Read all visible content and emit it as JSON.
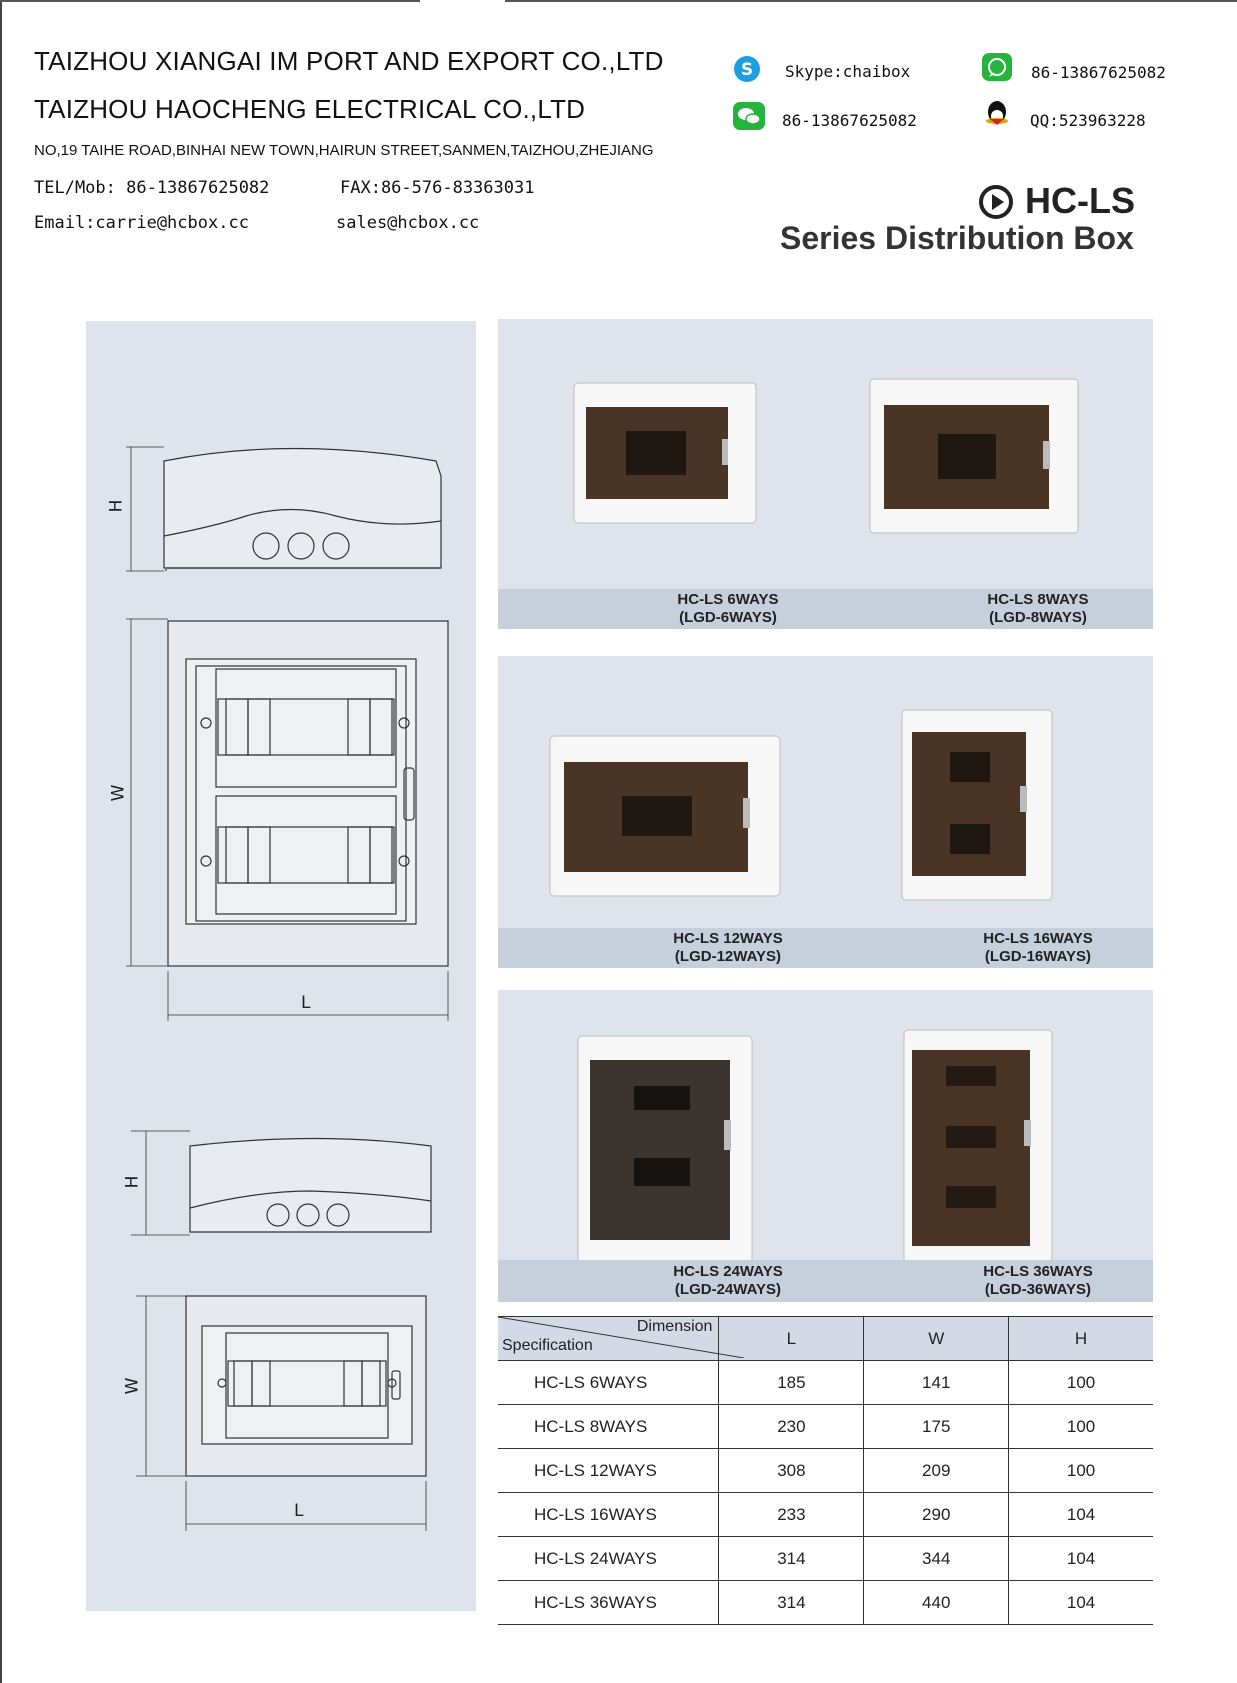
{
  "header": {
    "company1": "TAIZHOU XIANGAI IM PORT AND EXPORT CO.,LTD",
    "company2": "TAIZHOU HAOCHENG ELECTRICAL CO.,LTD",
    "address": "NO,19 TAIHE ROAD,BINHAI NEW TOWN,HAIRUN STREET,SANMEN,TAIZHOU,ZHEJIANG",
    "tel": "TEL/Mob: 86-13867625082",
    "fax": "FAX:86-576-83363031",
    "email": "Email:carrie@hcbox.cc",
    "email2": "sales@hcbox.cc"
  },
  "contacts": {
    "skype": "Skype:chaibox",
    "whatsapp": "86-13867625082",
    "wechat": "86-13867625082",
    "qq": "QQ:523963228"
  },
  "title": {
    "brand": "HC-LS",
    "series": "Series Distribution Box"
  },
  "drawing_labels": {
    "h": "H",
    "w": "W",
    "l": "L"
  },
  "products": [
    {
      "name": "HC-LS 6WAYS",
      "code": "(LGD-6WAYS)"
    },
    {
      "name": "HC-LS 8WAYS",
      "code": "(LGD-8WAYS)"
    },
    {
      "name": "HC-LS 12WAYS",
      "code": "(LGD-12WAYS)"
    },
    {
      "name": "HC-LS 16WAYS",
      "code": "(LGD-16WAYS)"
    },
    {
      "name": "HC-LS 24WAYS",
      "code": "(LGD-24WAYS)"
    },
    {
      "name": "HC-LS 36WAYS",
      "code": "(LGD-36WAYS)"
    }
  ],
  "spec_table": {
    "corner_top": "Dimension",
    "corner_bottom": "Specification",
    "columns": [
      "L",
      "W",
      "H"
    ],
    "rows": [
      {
        "name": "HC-LS 6WAYS",
        "L": "185",
        "W": "141",
        "H": "100"
      },
      {
        "name": "HC-LS 8WAYS",
        "L": "230",
        "W": "175",
        "H": "100"
      },
      {
        "name": "HC-LS 12WAYS",
        "L": "308",
        "W": "209",
        "H": "100"
      },
      {
        "name": "HC-LS 16WAYS",
        "L": "233",
        "W": "290",
        "H": "104"
      },
      {
        "name": "HC-LS 24WAYS",
        "L": "314",
        "W": "344",
        "H": "104"
      },
      {
        "name": "HC-LS 36WAYS",
        "L": "314",
        "W": "440",
        "H": "104"
      }
    ]
  },
  "colors": {
    "panel": "#dfe4ec",
    "caption_bar": "#c6cfdc",
    "skype": "#1e9ee0",
    "green": "#27b43e"
  }
}
